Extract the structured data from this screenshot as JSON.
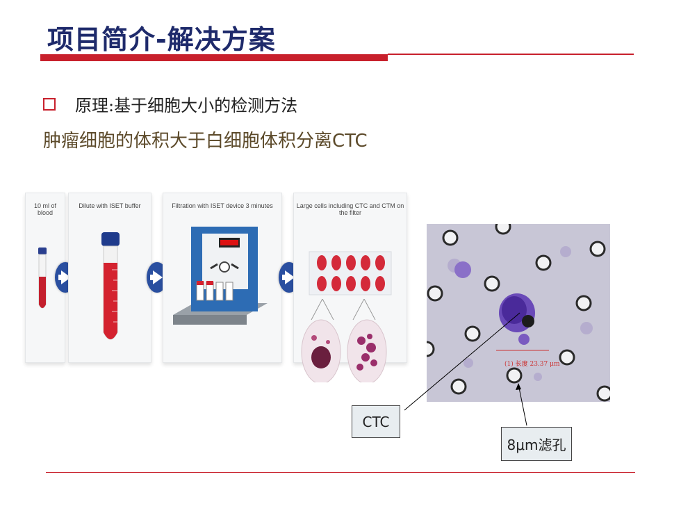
{
  "title": "项目简介-解决方案",
  "bullet": {
    "text": "原理:基于细胞大小的检测方法"
  },
  "subline": "肿瘤细胞的体积大于白细胞体积分离CTC",
  "panels": [
    {
      "caption": "10 ml of blood"
    },
    {
      "caption": "Dilute with ISET buffer"
    },
    {
      "caption": "Filtration with ISET device 3 minutes"
    },
    {
      "caption": "Large cells including CTC and CTM on the filter"
    }
  ],
  "micrograph": {
    "measure_label": "(1) 长度 23.37 μm"
  },
  "callouts": {
    "ctc": "CTC",
    "pore": "8μm滤孔"
  },
  "colors": {
    "accent_red": "#c8202c",
    "title_blue": "#1e2a6b",
    "arrow_blue": "#2a4fa0"
  }
}
